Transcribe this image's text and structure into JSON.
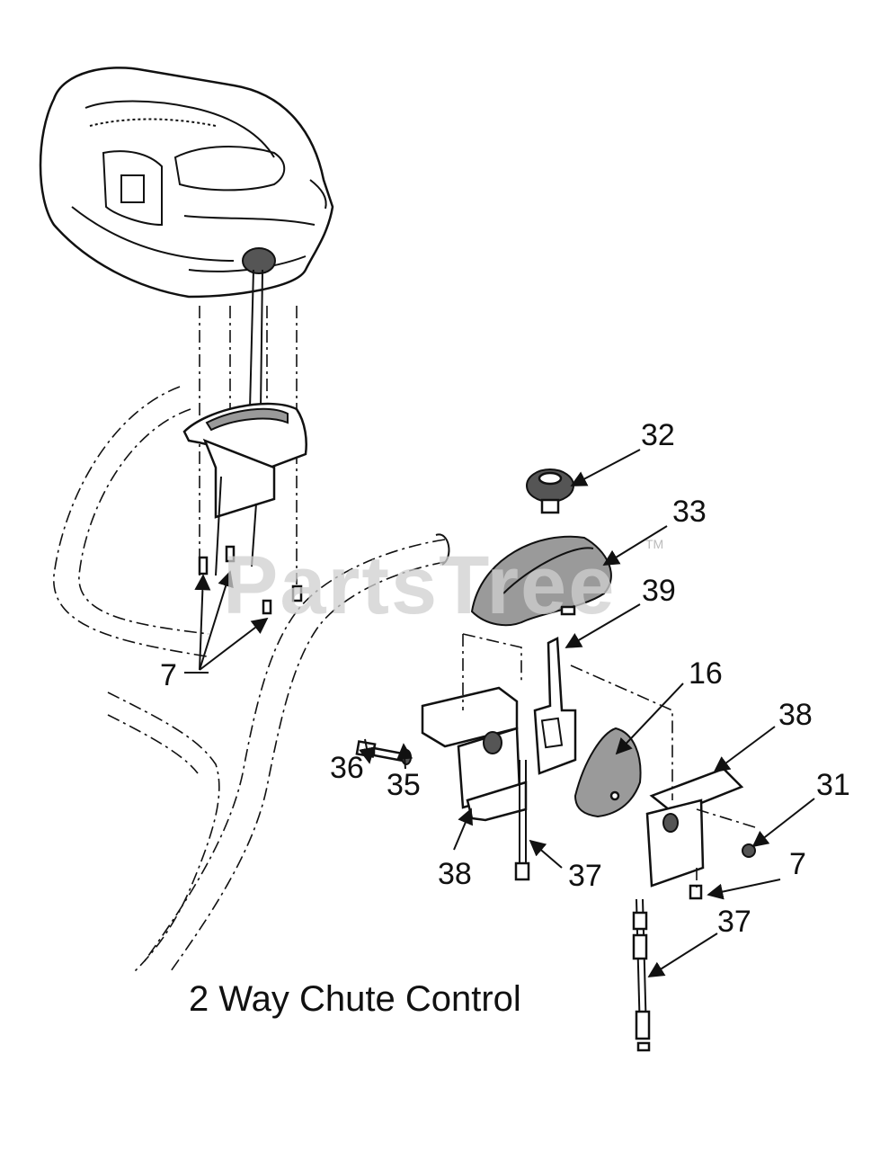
{
  "watermark": {
    "text": "PartsTree",
    "trademark": "TM"
  },
  "caption": "2 Way Chute Control",
  "callouts": {
    "c32": "32",
    "c33": "33",
    "c39": "39",
    "c16": "16",
    "c38_top": "38",
    "c31": "31",
    "c7_right": "7",
    "c37_right": "37",
    "c36": "36",
    "c35": "35",
    "c38_bottom": "38",
    "c37_mid": "37",
    "c7_left": "7"
  }
}
